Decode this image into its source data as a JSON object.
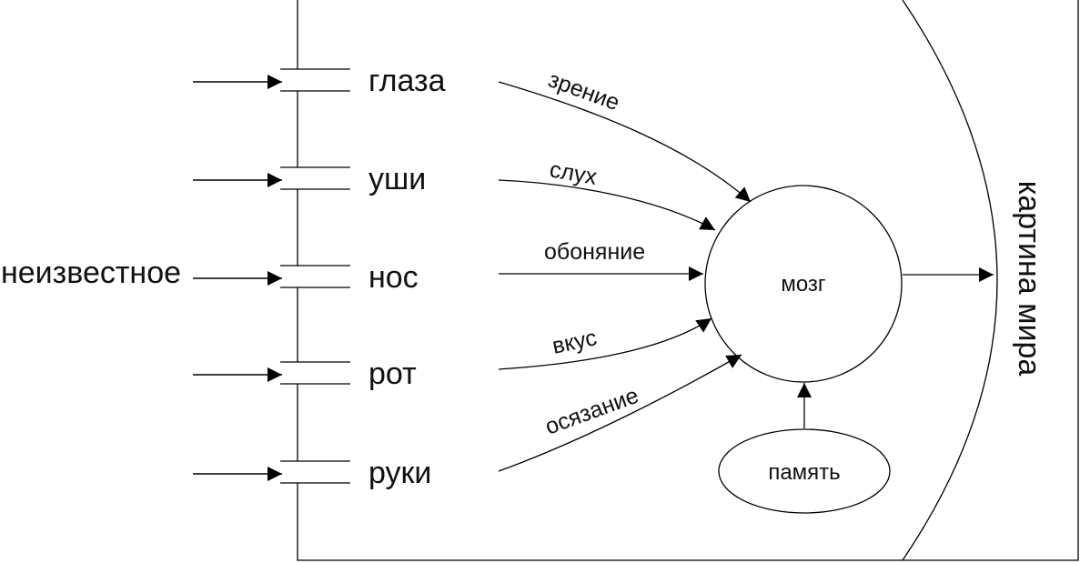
{
  "input_label": "неизвестное",
  "senses": [
    {
      "organ": "глаза",
      "channel": "зрение"
    },
    {
      "organ": "уши",
      "channel": "слух"
    },
    {
      "organ": "нос",
      "channel": "обоняние"
    },
    {
      "organ": "рот",
      "channel": "вкус"
    },
    {
      "organ": "руки",
      "channel": "осязание"
    }
  ],
  "brain_label": "мозг",
  "memory_label": "память",
  "output_label": "картина мира"
}
